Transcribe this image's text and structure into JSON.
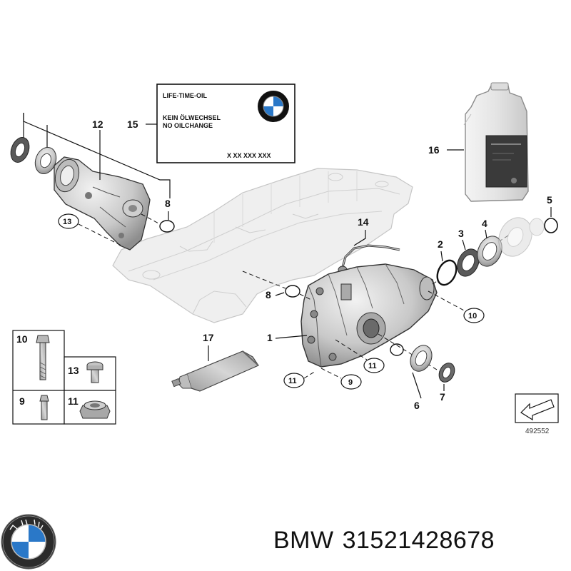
{
  "oil_label": {
    "line1": "LIFE-TIME-OIL",
    "line2": "KEIN ÖLWECHSEL",
    "line3": "NO OILCHANGE",
    "code": "X XX XXX XXX"
  },
  "diagram_number": "492552",
  "callouts": {
    "n1": "1",
    "n2": "2",
    "n3": "3",
    "n4": "4",
    "n5": "5",
    "n6": "6",
    "n7": "7",
    "n8a": "8",
    "n8b": "8",
    "n9": "9",
    "n10": "10",
    "n11a": "11",
    "n11b": "11",
    "n12": "12",
    "n13": "13",
    "n14": "14",
    "n15": "15",
    "n16": "16",
    "n17": "17"
  },
  "legend": {
    "item10": "10",
    "item13": "13",
    "item9": "9",
    "item11": "11"
  },
  "caption": {
    "brand": "BMW",
    "part_number": "31521428678"
  },
  "colors": {
    "line": "#111111",
    "part_fill": "#d8d8d8",
    "part_dark": "#9a9a9a",
    "pan_fill": "#ececec",
    "bmw_blue": "#2a78c8"
  }
}
